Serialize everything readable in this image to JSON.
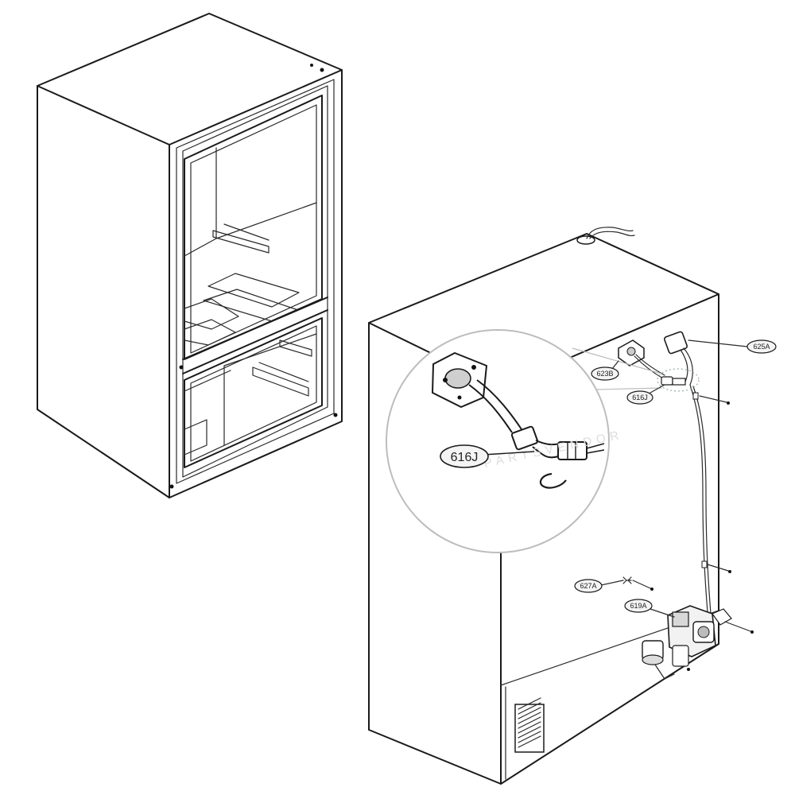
{
  "callouts": {
    "zoom_label": "616J",
    "c625a": "625A",
    "c623b": "623B",
    "c616j": "616J",
    "c627a": "627A",
    "c619a": "619A"
  },
  "watermark": "PARTSVENDOR"
}
